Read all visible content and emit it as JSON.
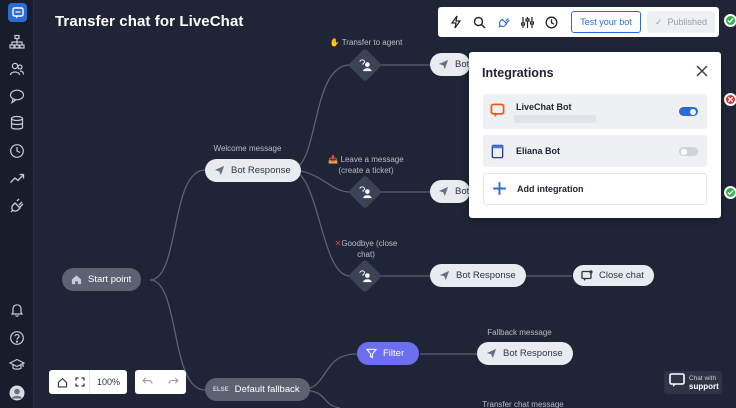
{
  "app": {
    "title": "Transfer chat for LiveChat"
  },
  "sidebar": {
    "logo": "chat-logo-icon",
    "items": [
      {
        "icon": "sitemap-icon"
      },
      {
        "icon": "users-icon"
      },
      {
        "icon": "speech-bubble-icon"
      },
      {
        "icon": "database-icon"
      },
      {
        "icon": "clock-icon"
      },
      {
        "icon": "trending-icon"
      },
      {
        "icon": "plug-icon"
      }
    ],
    "bottom": [
      {
        "icon": "bell-icon"
      },
      {
        "icon": "help-icon"
      },
      {
        "icon": "graduation-cap-icon"
      },
      {
        "icon": "avatar"
      }
    ]
  },
  "toolbar": {
    "icons": [
      "lightning-icon",
      "search-icon",
      "plug-icon",
      "sliders-icon",
      "history-icon"
    ],
    "test_label": "Test your bot",
    "published_label": "Published"
  },
  "integrations": {
    "title": "Integrations",
    "items": [
      {
        "name": "LiveChat Bot",
        "enabled": true
      },
      {
        "name": "Eliana Bot",
        "enabled": false
      }
    ],
    "add_label": "Add integration"
  },
  "flow": {
    "start": "Start point",
    "welcome_label": "Welcome message",
    "bot_response": "Bot Response",
    "transfer_label": "Transfer to agent",
    "leave_label_1": "Leave a message",
    "leave_label_2": "(create a ticket)",
    "goodbye_label_1": "Goodbye (close",
    "goodbye_label_2": "chat)",
    "bot_short": "Bot",
    "close_chat": "Close chat",
    "fallback_message": "Fallback message",
    "filter": "Filter",
    "else_tag": "ELSE",
    "default_fallback": "Default fallback",
    "transfer_chat_message": "Transfer chat message"
  },
  "bottom_controls": {
    "zoom": "100%",
    "chat_with": "Chat with",
    "support": "support"
  },
  "colors": {
    "background": "#1f2537",
    "accent": "#2b6bd6",
    "filter": "#6b6ff0",
    "success": "#2fb34a",
    "error": "#d83a3a"
  }
}
